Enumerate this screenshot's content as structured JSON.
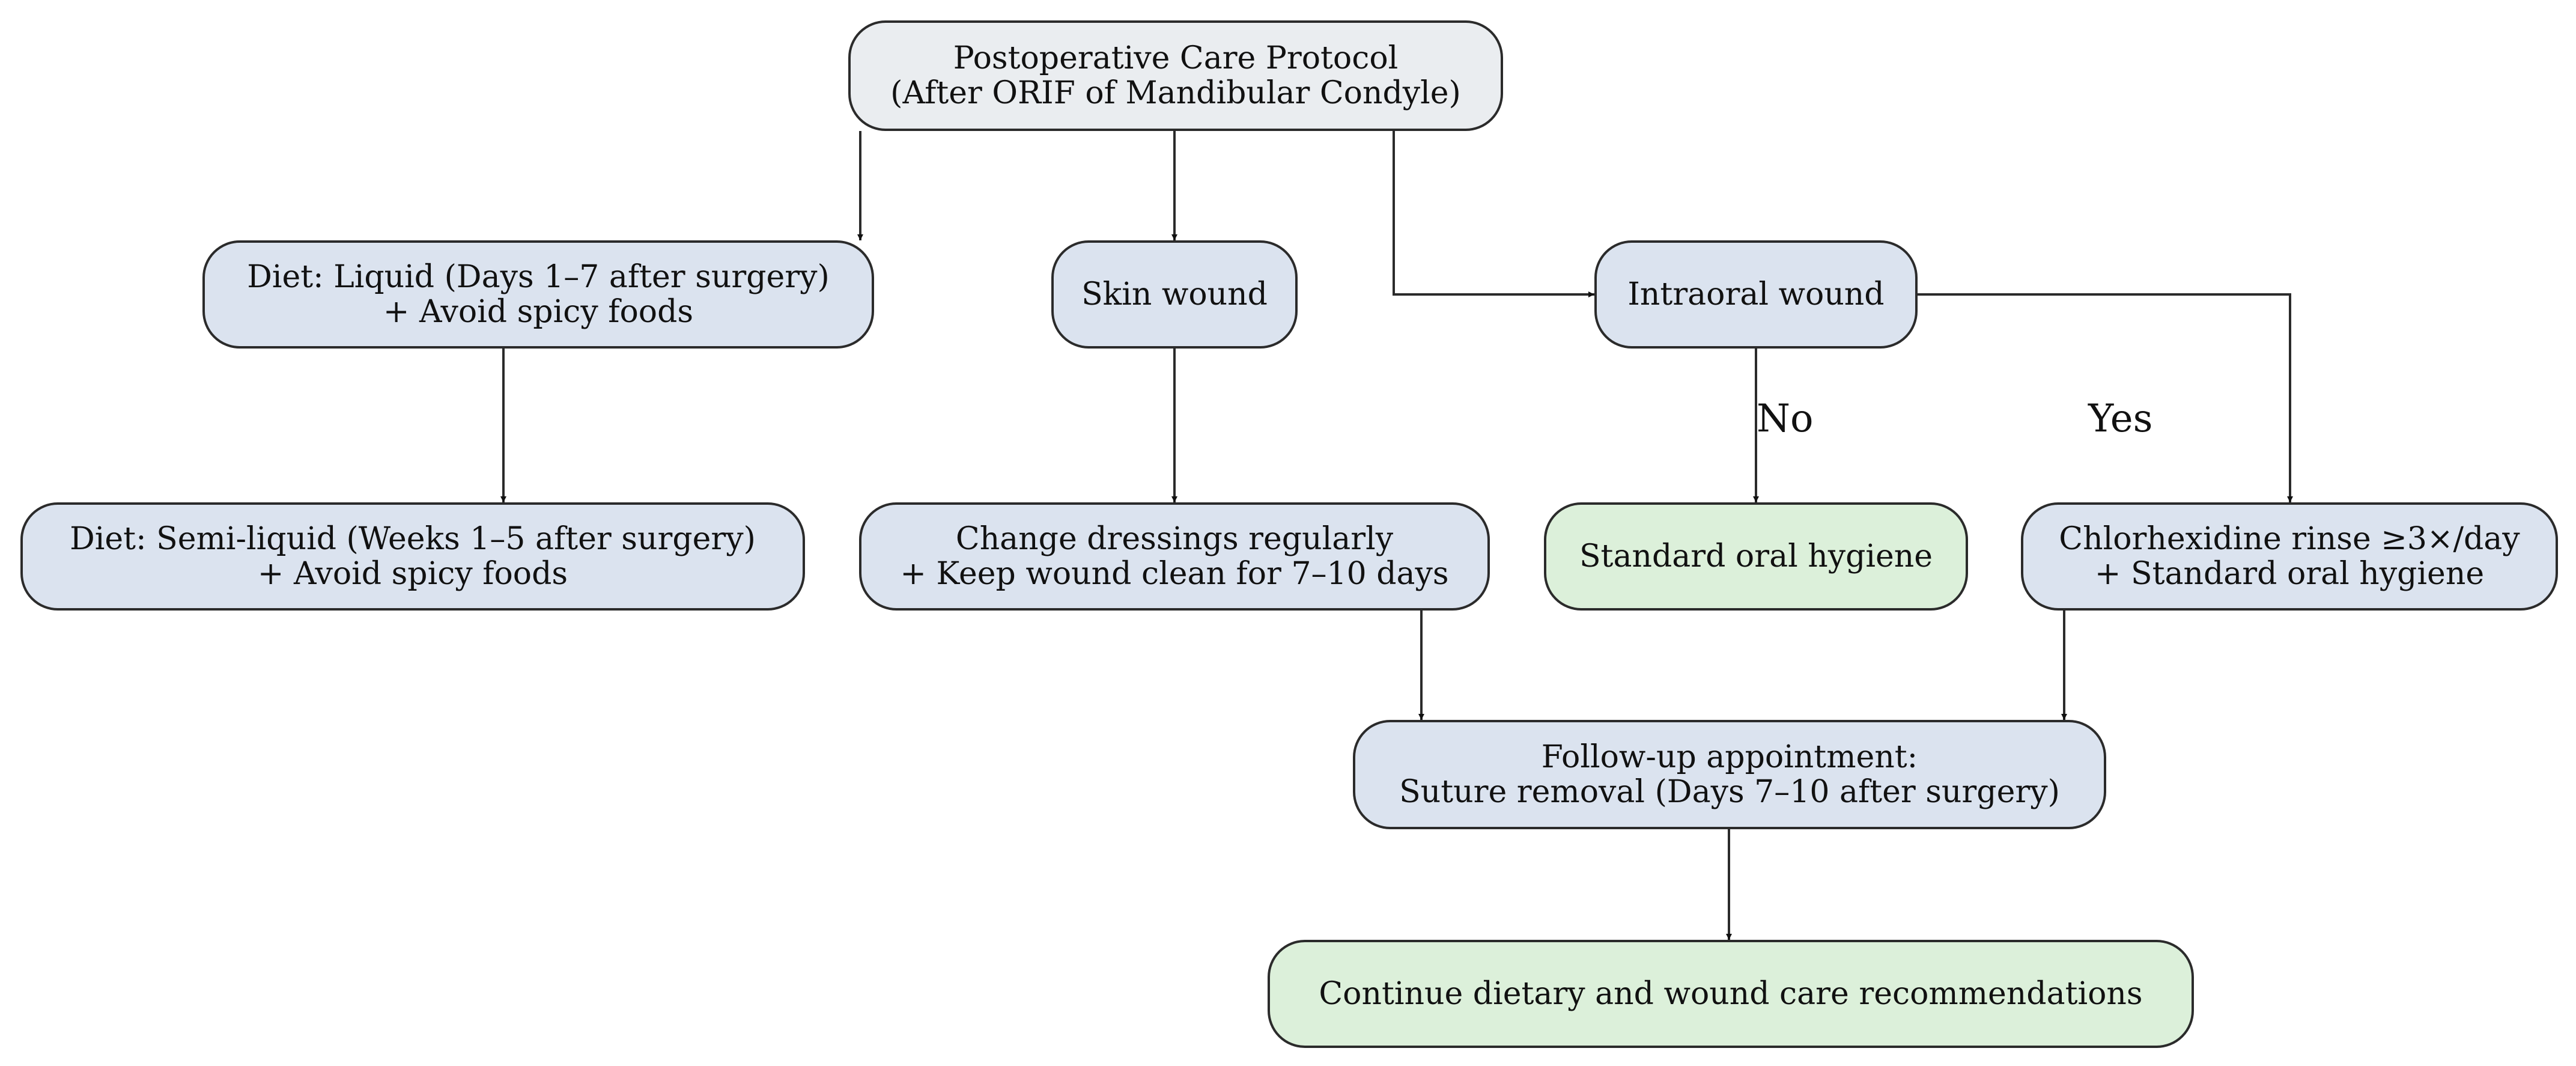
{
  "diagram": {
    "nodes": {
      "root": [
        "Postoperative Care Protocol",
        "(After ORIF of Mandibular Condyle)"
      ],
      "diet_liquid": [
        "Diet: Liquid (Days 1–7 after surgery)",
        "+ Avoid spicy foods"
      ],
      "skin_wound": [
        "Skin wound"
      ],
      "intraoral_wound": [
        "Intraoral wound"
      ],
      "diet_semiliquid": [
        "Diet: Semi-liquid (Weeks 1–5 after surgery)",
        "+ Avoid spicy foods"
      ],
      "change_dressings": [
        "Change dressings regularly",
        "+ Keep wound clean for 7–10 days"
      ],
      "standard_hygiene": [
        "Standard oral hygiene"
      ],
      "chlorhexidine": [
        "Chlorhexidine rinse ≥3×/day",
        "+ Standard oral hygiene"
      ],
      "follow_up": [
        "Follow-up appointment:",
        "Suture removal (Days 7–10 after surgery)"
      ],
      "continue_care": [
        "Continue dietary and wound care recommendations"
      ]
    },
    "edge_labels": {
      "no": "No",
      "yes": "Yes"
    },
    "colors": {
      "root_fill": "#eaedf0",
      "step_fill": "#dbe3ef",
      "final_fill": "#dcf0da",
      "stroke": "#2b2b2b"
    }
  }
}
